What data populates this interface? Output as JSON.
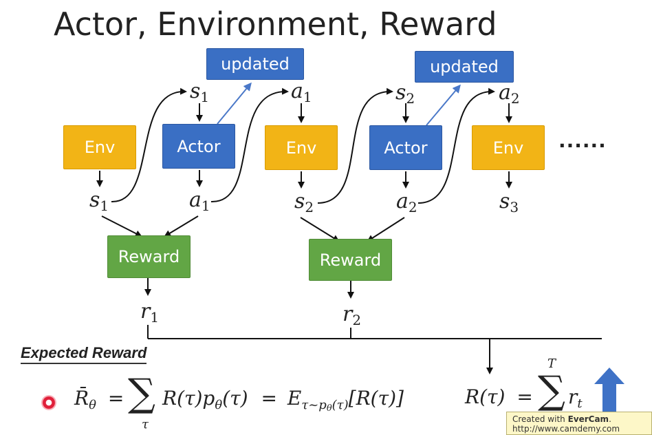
{
  "title": "Actor, Environment, Reward",
  "boxes": {
    "env": "Env",
    "actor": "Actor",
    "reward": "Reward",
    "updated": "updated"
  },
  "labels": {
    "s": "s",
    "a": "a",
    "r": "r",
    "n1": "1",
    "n2": "2",
    "n3": "3"
  },
  "ellipsis": "......",
  "expected_reward": {
    "heading": "Expected Reward",
    "lhs": "R̄",
    "lhs_sub": "θ",
    "eq": "=",
    "sum_sub": "τ",
    "term": "R(τ)p",
    "term_sub": "θ",
    "term_end": "(τ)",
    "eq2": "=",
    "E": "E",
    "E_sub": "τ~p",
    "E_sub2": "θ",
    "E_sub3": "(τ)",
    "E_body": "[R(τ)]"
  },
  "return_formula": {
    "lhs": "R(τ)",
    "eq": "=",
    "sum_top": "T",
    "term": "r",
    "term_sub": "t"
  },
  "watermark": {
    "line1_prefix": "Created with ",
    "brand": "EverCam",
    "line1_suffix": ".",
    "line2": "http://www.camdemy.com"
  },
  "colors": {
    "env": "#f2b416",
    "actor": "#3a6fc4",
    "reward": "#62a645",
    "arrow_blue": "#4a78c8"
  }
}
